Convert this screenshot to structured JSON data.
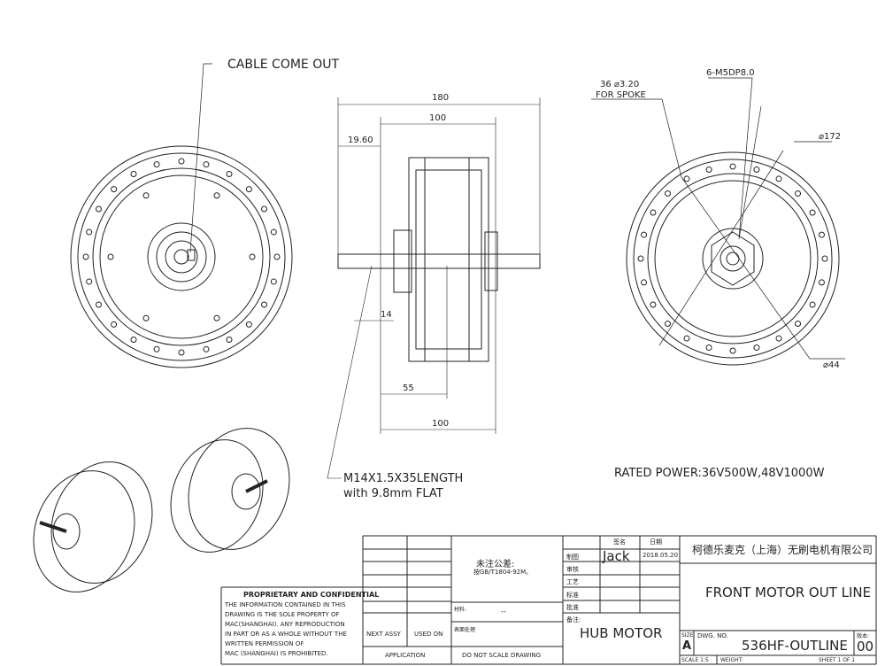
{
  "annotations": {
    "cable": "CABLE COME OUT",
    "thread": "M14X1.5X35LENGTH",
    "flat": "with 9.8mm FLAT",
    "rated_power": "RATED POWER:36V500W,48V1000W",
    "spoke_holes_1": "36  ⌀3.20",
    "spoke_holes_2": "FOR SPOKE",
    "screw": "6-M5DP8.0",
    "dia_172": "⌀172",
    "dia_44": "⌀44"
  },
  "dimensions": {
    "d180": "180",
    "d100_top": "100",
    "d19_60": "19.60",
    "d14": "14",
    "d55": "55",
    "d100_bottom": "100"
  },
  "title_block": {
    "proprietary_title": "PROPRIETARY AND CONFIDENTIAL",
    "proprietary_text": [
      "THE INFORMATION CONTAINED IN THIS",
      "DRAWING IS THE SOLE PROPERTY OF",
      "MAC(SHANGHAI). ANY REPRODUCTION",
      "IN PART OR AS A WHOLE WITHOUT THE",
      "WRITTEN PERMISSION OF",
      "MAC (SHANGHAI) IS PROHIBITED."
    ],
    "next_assy": "NEXT ASSY",
    "used_on": "USED ON",
    "application": "APPLICATION",
    "tolerance_title": "未注公差:",
    "tolerance_std": "按GB/T1804-92M。",
    "material_label": "材料:",
    "material_value": "--",
    "surface_label": "表面处理",
    "do_not_scale": "DO  NOT  SCALE  DRAWING",
    "sign_header": "签名",
    "date_header": "日期",
    "rows": [
      "制图",
      "审核",
      "工艺",
      "标准",
      "批准"
    ],
    "drawn_by": "Jack",
    "date": "2018.05.20",
    "remark_label": "备注:",
    "remark": "HUB MOTOR",
    "company": "柯德乐麦克（上海）无刷电机有限公司",
    "title": "FRONT MOTOR OUT LINE",
    "size_label": "SIZE",
    "size": "A",
    "dwg_no_label": "DWG. NO.",
    "dwg_no": "536HF-OUTLINE",
    "rev_label": "版本:",
    "rev": "00",
    "scale": "SCALE 1:5",
    "weight": "WEIGHT:",
    "sheet": "SHEET 1 OF 1"
  }
}
